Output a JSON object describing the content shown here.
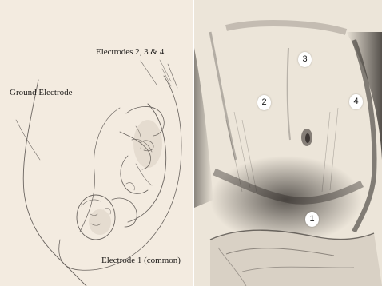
{
  "figure": {
    "left_panel": {
      "labels": {
        "electrodes_2_3_4": "Electrodes 2, 3 & 4",
        "ground_electrode": "Ground Electrode",
        "electrode_1_common": "Electrode 1 (common)"
      }
    },
    "right_panel": {
      "markers": [
        "1",
        "2",
        "3",
        "4"
      ]
    }
  },
  "colors": {
    "paper_left": "#f3ebe0",
    "paper_right": "#ece5d9",
    "pencil": "#6b6560",
    "marker_fill": "#ffffff"
  }
}
